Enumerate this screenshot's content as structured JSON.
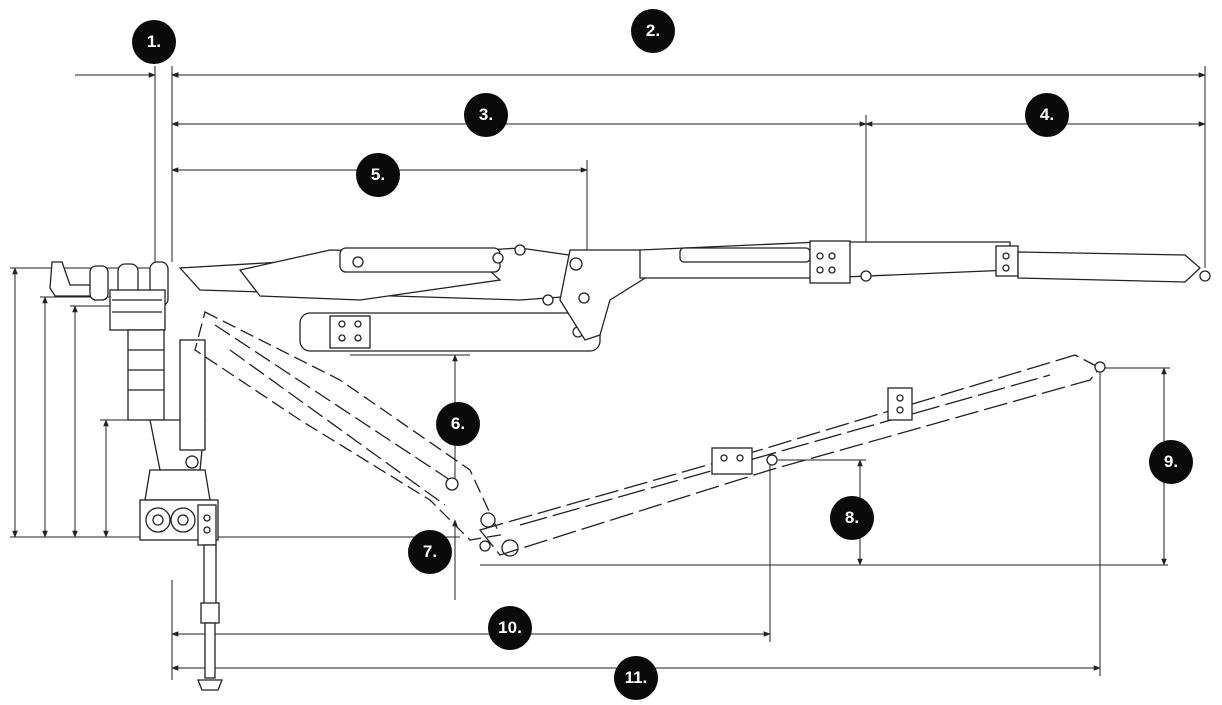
{
  "diagram": {
    "line_color": "#222222",
    "badge_color": "#0a0a0a",
    "badge_text_color": "#ffffff",
    "callouts": [
      {
        "id": "1",
        "label": "1."
      },
      {
        "id": "2",
        "label": "2."
      },
      {
        "id": "3",
        "label": "3."
      },
      {
        "id": "4",
        "label": "4."
      },
      {
        "id": "5",
        "label": "5."
      },
      {
        "id": "6",
        "label": "6."
      },
      {
        "id": "7",
        "label": "7."
      },
      {
        "id": "8",
        "label": "8."
      },
      {
        "id": "9",
        "label": "9."
      },
      {
        "id": "10",
        "label": "10."
      },
      {
        "id": "11",
        "label": "11."
      }
    ]
  }
}
